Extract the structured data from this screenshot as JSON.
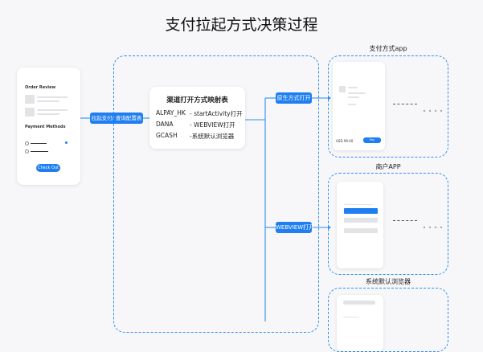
{
  "title": "支付拉起方式决策过程",
  "order_card": {
    "section_order": "Order Review",
    "section_payment": "Payment Methods",
    "checkout_button": "Check Out"
  },
  "edge_label_query": "拉起支付/ 查询配置表",
  "mapping_table": {
    "title": "渠道打开方式映射表",
    "rows": [
      {
        "channel": "ALPAY_HK",
        "method": "- startActivity打开"
      },
      {
        "channel": "DANA",
        "method": "- WEBVIEW打开"
      },
      {
        "channel": "GCASH",
        "method": "-系统默认浏览器"
      }
    ]
  },
  "branch_native": "原生方式打开",
  "branch_webview": "WEBVIEW打开",
  "panels": {
    "payment_app": "支付方式app",
    "merchant_app": "商户APP",
    "system_browser": "系统默认浏览器"
  },
  "payment_app_phone": {
    "price": "USD 99.00",
    "pay_button": "Pay"
  }
}
